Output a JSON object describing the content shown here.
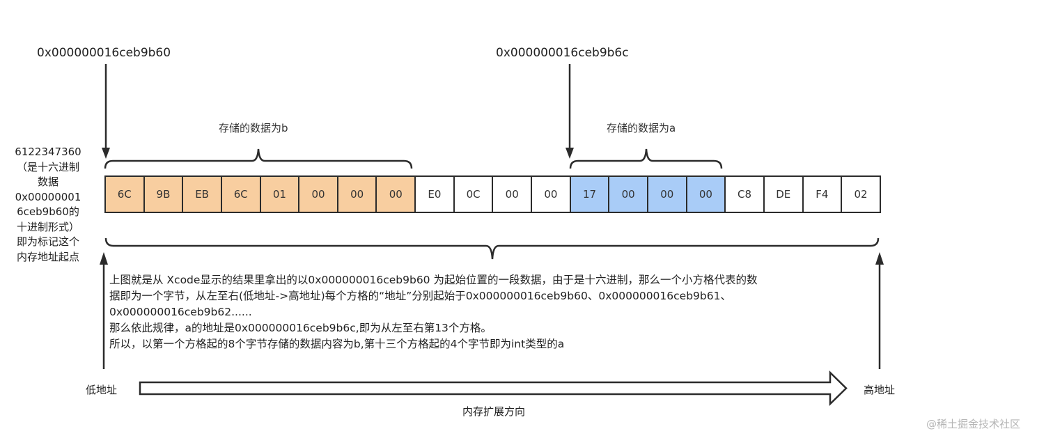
{
  "diagram": {
    "start_address_label": "0x000000016ceb9b60",
    "a_address_label": "0x000000016ceb9b6c",
    "brace_b_label": "存储的数据为b",
    "brace_a_label": "存储的数据为a",
    "side_note_lines": [
      "6122347360",
      "（是十六进制",
      "数据",
      "0x00000001",
      "6ceb9b60的",
      "十进制形式）",
      "即为标记这个",
      "内存地址起点"
    ],
    "cells": [
      {
        "value": "6C",
        "group": "b"
      },
      {
        "value": "9B",
        "group": "b"
      },
      {
        "value": "EB",
        "group": "b"
      },
      {
        "value": "6C",
        "group": "b"
      },
      {
        "value": "01",
        "group": "b"
      },
      {
        "value": "00",
        "group": "b"
      },
      {
        "value": "00",
        "group": "b"
      },
      {
        "value": "00",
        "group": "b"
      },
      {
        "value": "E0",
        "group": "none"
      },
      {
        "value": "0C",
        "group": "none"
      },
      {
        "value": "00",
        "group": "none"
      },
      {
        "value": "00",
        "group": "none"
      },
      {
        "value": "17",
        "group": "a"
      },
      {
        "value": "00",
        "group": "a"
      },
      {
        "value": "00",
        "group": "a"
      },
      {
        "value": "00",
        "group": "a"
      },
      {
        "value": "C8",
        "group": "none"
      },
      {
        "value": "DE",
        "group": "none"
      },
      {
        "value": "F4",
        "group": "none"
      },
      {
        "value": "02",
        "group": "none"
      }
    ],
    "explanation_lines": [
      "上图就是从 Xcode显示的结果里拿出的以0x000000016ceb9b60 为起始位置的一段数据，由于是十六进制，那么一个小方格代表的数",
      "据即为一个字节，从左至右(低地址->高地址)每个方格的“地址”分别起始于0x000000016ceb9b60、0x000000016ceb9b61、",
      "0x000000016ceb9b62......",
      "那么依此规律，a的地址是0x000000016ceb9b6c,即为从左至右第13个方格。",
      "所以，以第一个方格起的8个字节存储的数据内容为b,第十三个方格起的4个字节即为int类型的a"
    ],
    "low_address_label": "低地址",
    "high_address_label": "高地址",
    "direction_label": "内存扩展方向",
    "watermark": "@稀土掘金技术社区"
  },
  "colors": {
    "b_fill": "#f8cea0",
    "a_fill": "#a9ccf7",
    "stroke": "#2b2b2b"
  }
}
